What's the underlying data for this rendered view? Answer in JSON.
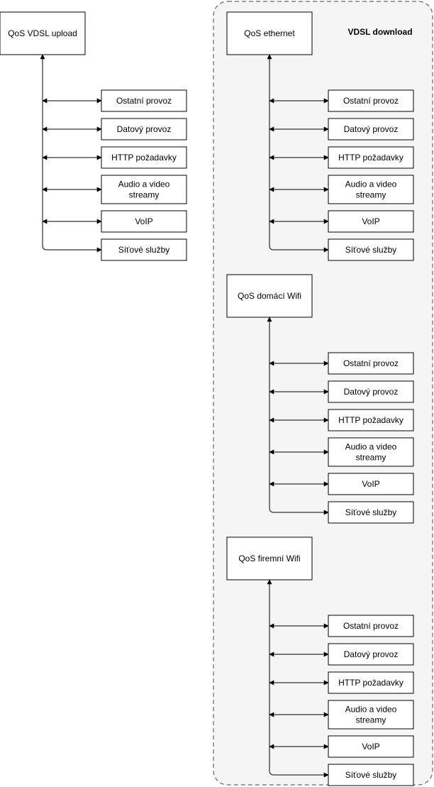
{
  "download_group": {
    "title": "VDSL download"
  },
  "trees": [
    {
      "root": "QoS VDSL upload",
      "children": [
        "Ostatní provoz",
        "Datový provoz",
        "HTTP požadavky",
        [
          "Audio a video",
          "streamy"
        ],
        "VoIP",
        "Síťové služby"
      ]
    },
    {
      "root": "QoS ethernet",
      "children": [
        "Ostatní provoz",
        "Datový provoz",
        "HTTP požadavky",
        [
          "Audio a video",
          "streamy"
        ],
        "VoIP",
        "Síťové služby"
      ]
    },
    {
      "root": "QoS domácí Wifi",
      "children": [
        "Ostatní provoz",
        "Datový provoz",
        "HTTP požadavky",
        [
          "Audio a video",
          "streamy"
        ],
        "VoIP",
        "Síťové služby"
      ]
    },
    {
      "root": "QoS firemní Wifi",
      "children": [
        "Ostatní provoz",
        "Datový provoz",
        "HTTP požadavky",
        [
          "Audio a video",
          "streamy"
        ],
        "VoIP",
        "Síťové služby"
      ]
    }
  ],
  "colors": {
    "stroke": "#000000",
    "box_fill": "#ffffff",
    "group_fill": "#f5f5f5",
    "group_stroke": "#666666"
  }
}
